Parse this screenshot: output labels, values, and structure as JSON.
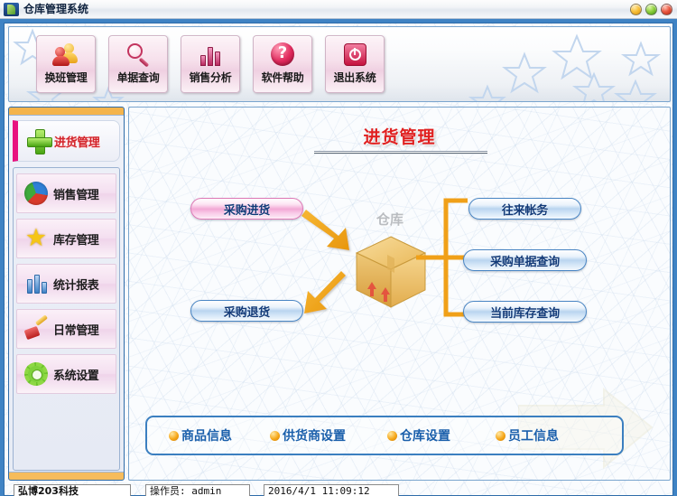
{
  "window": {
    "title": "仓库管理系统",
    "icon": "app-logo-icon",
    "controls": {
      "minimize": "minimize-button",
      "maximize": "maximize-button",
      "close": "close-button"
    }
  },
  "toolbar": {
    "buttons": [
      {
        "label": "换班管理",
        "icon": "users-shift-icon"
      },
      {
        "label": "单据查询",
        "icon": "magnifier-icon"
      },
      {
        "label": "销售分析",
        "icon": "bar-chart-icon"
      },
      {
        "label": "软件帮助",
        "icon": "question-mark-icon"
      },
      {
        "label": "退出系统",
        "icon": "power-off-icon"
      }
    ]
  },
  "sidebar": {
    "active": {
      "label": "进货管理",
      "icon": "green-plus-icon"
    },
    "items": [
      {
        "label": "销售管理",
        "icon": "pie-chart-icon"
      },
      {
        "label": "库存管理",
        "icon": "yellow-star-icon"
      },
      {
        "label": "统计报表",
        "icon": "blue-bars-icon"
      },
      {
        "label": "日常管理",
        "icon": "brush-icon"
      },
      {
        "label": "系统设置",
        "icon": "green-gear-icon"
      }
    ]
  },
  "main": {
    "title": "进货管理",
    "warehouse_label": "仓库",
    "warehouse_icon": "cardboard-box-icon",
    "left_nodes": [
      {
        "label": "采购进货",
        "style": "pink"
      },
      {
        "label": "采购退货",
        "style": "blue"
      }
    ],
    "right_nodes": [
      {
        "label": "往来帐务",
        "style": "blue"
      },
      {
        "label": "采购单据查询",
        "style": "blue"
      },
      {
        "label": "当前库存查询",
        "style": "blue"
      }
    ],
    "links": [
      {
        "label": "商品信息",
        "bullet": "orange-dot-icon"
      },
      {
        "label": "供货商设置",
        "bullet": "orange-dot-icon"
      },
      {
        "label": "仓库设置",
        "bullet": "orange-dot-icon"
      },
      {
        "label": "员工信息",
        "bullet": "orange-dot-icon"
      }
    ]
  },
  "statusbar": {
    "company": "弘博203科技",
    "operator": "操作员: admin",
    "datetime": "2016/4/1  11:09:12"
  },
  "colors": {
    "frame_blue": "#3f83c4",
    "sidebar_orange": "#f4b44c",
    "title_red": "#e02020",
    "active_marker": "#e8127f",
    "link_blue": "#1a5fab",
    "arrow_orange": "#f0a018"
  }
}
